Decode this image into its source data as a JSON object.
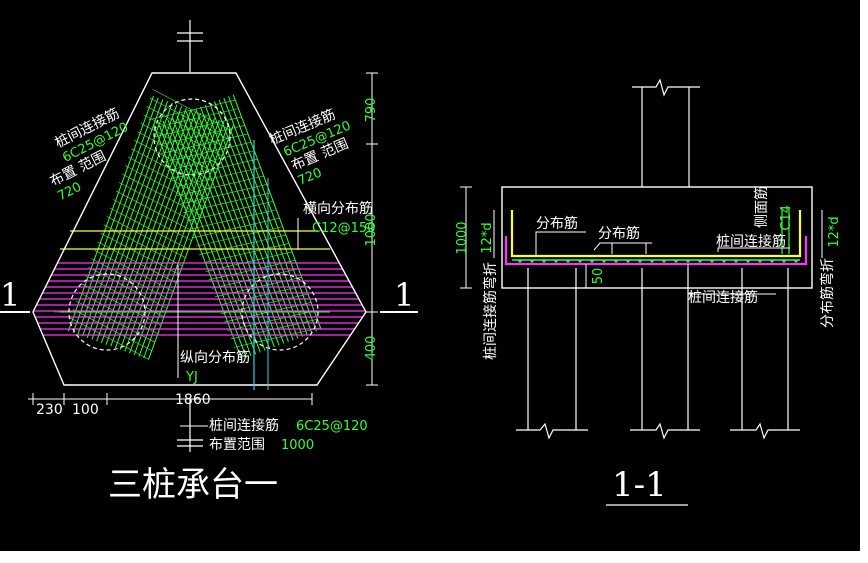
{
  "colors": {
    "background": "#000000",
    "outline": "#ffffff",
    "rebar_green": "#33ff33",
    "rebar_magenta": "#ff33ff",
    "rebar_yellow": "#ffff33",
    "guide_cyan": "#33ccee",
    "dimension_text": "#33ff33"
  },
  "plan": {
    "title": "三桩承台一",
    "section_marker_left": "1",
    "section_marker_right": "1",
    "left_label": {
      "line1": "桩间连接筋",
      "line2": "6C25@120",
      "line3": "布置 范围",
      "line4": "720"
    },
    "right_label": {
      "line1": "桩间连接筋",
      "line2": "6C25@120",
      "line3": "布置 范围",
      "line4": "720"
    },
    "transverse": {
      "label": "横向分布筋",
      "spec": "C12@150"
    },
    "longitudinal": {
      "label": "纵向分布筋",
      "mark": "YJ"
    },
    "bottom_label": {
      "line1": "桩间连接筋",
      "line2": "6C25@120",
      "line3": "布置范围",
      "line4": "1000"
    },
    "dims_right": [
      "790",
      "1000",
      "400"
    ],
    "dims_bottom": {
      "left": "230",
      "mid": "100",
      "total": "1860"
    }
  },
  "section": {
    "title": "1-1",
    "labels": {
      "dist1": "分布筋",
      "dist2": "分布筋",
      "side_bar": "侧面筋",
      "pile_link_top": "桩间连接筋",
      "pile_link_bottom": "桩间连接筋",
      "pile_link_bend": "桩间连接筋弯折",
      "dist_bend": "分布筋弯折",
      "side_code": "C14"
    },
    "dims": {
      "height": "1000",
      "hook_left": "12*d",
      "hook_right": "12*d",
      "cover": "50"
    }
  }
}
